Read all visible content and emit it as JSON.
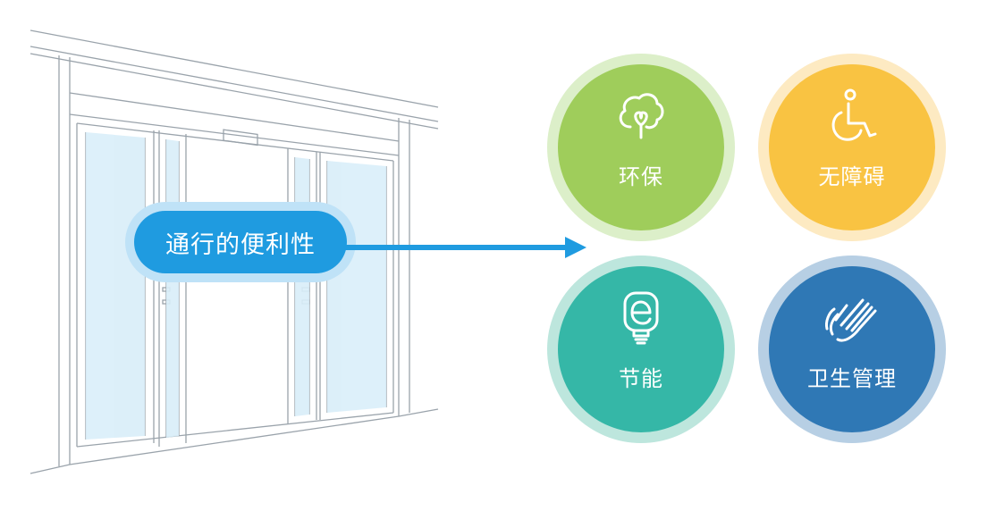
{
  "main_label": "通行的便利性",
  "benefits": [
    {
      "label": "环保",
      "icon": "tree-icon",
      "color": "#9fcd5b"
    },
    {
      "label": "无障碍",
      "icon": "wheelchair-icon",
      "color": "#f9c342"
    },
    {
      "label": "节能",
      "icon": "energy-bulb-icon",
      "color": "#35b7a7"
    },
    {
      "label": "卫生管理",
      "icon": "hand-wave-icon",
      "color": "#2f78b5"
    }
  ]
}
